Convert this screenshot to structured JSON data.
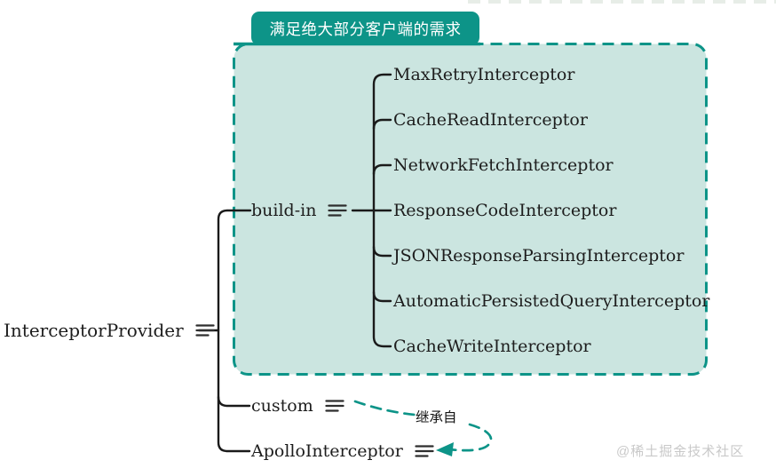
{
  "diagram": {
    "callout": "满足绝大部分客户端的需求",
    "root": {
      "label": "InterceptorProvider"
    },
    "branches": {
      "build_in": {
        "label": "build-in"
      },
      "custom": {
        "label": "custom"
      },
      "apollo": {
        "label": "ApolloInterceptor"
      }
    },
    "inherit_edge_label": "继承自"
  },
  "interceptors": [
    "MaxRetryInterceptor",
    "CacheReadInterceptor",
    "NetworkFetchInterceptor",
    "ResponseCodeInterceptor",
    "JSONResponseParsingInterceptor",
    "AutomaticPersistedQueryInterceptor",
    "CacheWriteInterceptor"
  ],
  "watermark": "@稀土掘金技术社区",
  "colors": {
    "teal": "#0d9488",
    "boundary_fill": "#cbe5e0",
    "tree_line": "#1a1a1a",
    "watermark_gray": "#c9c9c9"
  }
}
